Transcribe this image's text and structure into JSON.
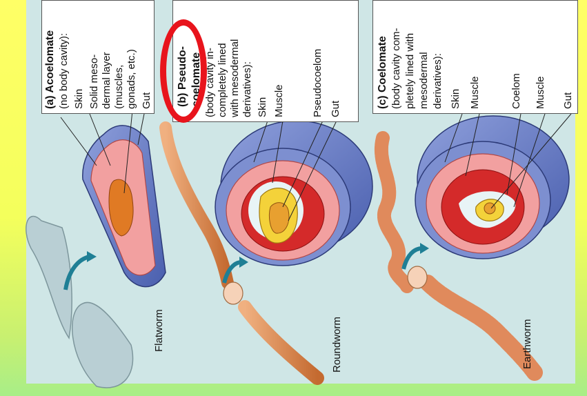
{
  "panels": [
    {
      "id": "a",
      "heading": "(a) Acoelomate",
      "description": [
        "(no body cavity):"
      ],
      "labels": [
        "Skin",
        "Solid meso-",
        "dermal layer",
        "(muscles,",
        "gonads, etc.)",
        "Gut"
      ],
      "animal": "Flatworm"
    },
    {
      "id": "b",
      "heading": [
        "(b) Pseudo-",
        "coelomate"
      ],
      "description": [
        "(body cavity in-",
        "completely lined",
        "with mesodermal",
        "derivatives):"
      ],
      "labels": [
        "Skin",
        "Muscle",
        "Pseudocoelom",
        "Gut"
      ],
      "animal": "Roundworm"
    },
    {
      "id": "c",
      "heading": "(c) Coelomate",
      "description": [
        "(body cavity com-",
        "pletely lined with",
        "mesodermal",
        "derivatives):"
      ],
      "labels": [
        "Skin",
        "Muscle",
        "Coelom",
        "Muscle",
        "Gut"
      ],
      "animal": "Earthworm"
    }
  ],
  "colors": {
    "background_top": "#ffff66",
    "background_bottom": "#a8ee88",
    "plate": "#cfe6e6",
    "skin": "#6f86c8",
    "mesoderm": "#f2a0a0",
    "muscle": "#e56a72",
    "gut": "#e8a030",
    "annotation": "#e8141c"
  }
}
